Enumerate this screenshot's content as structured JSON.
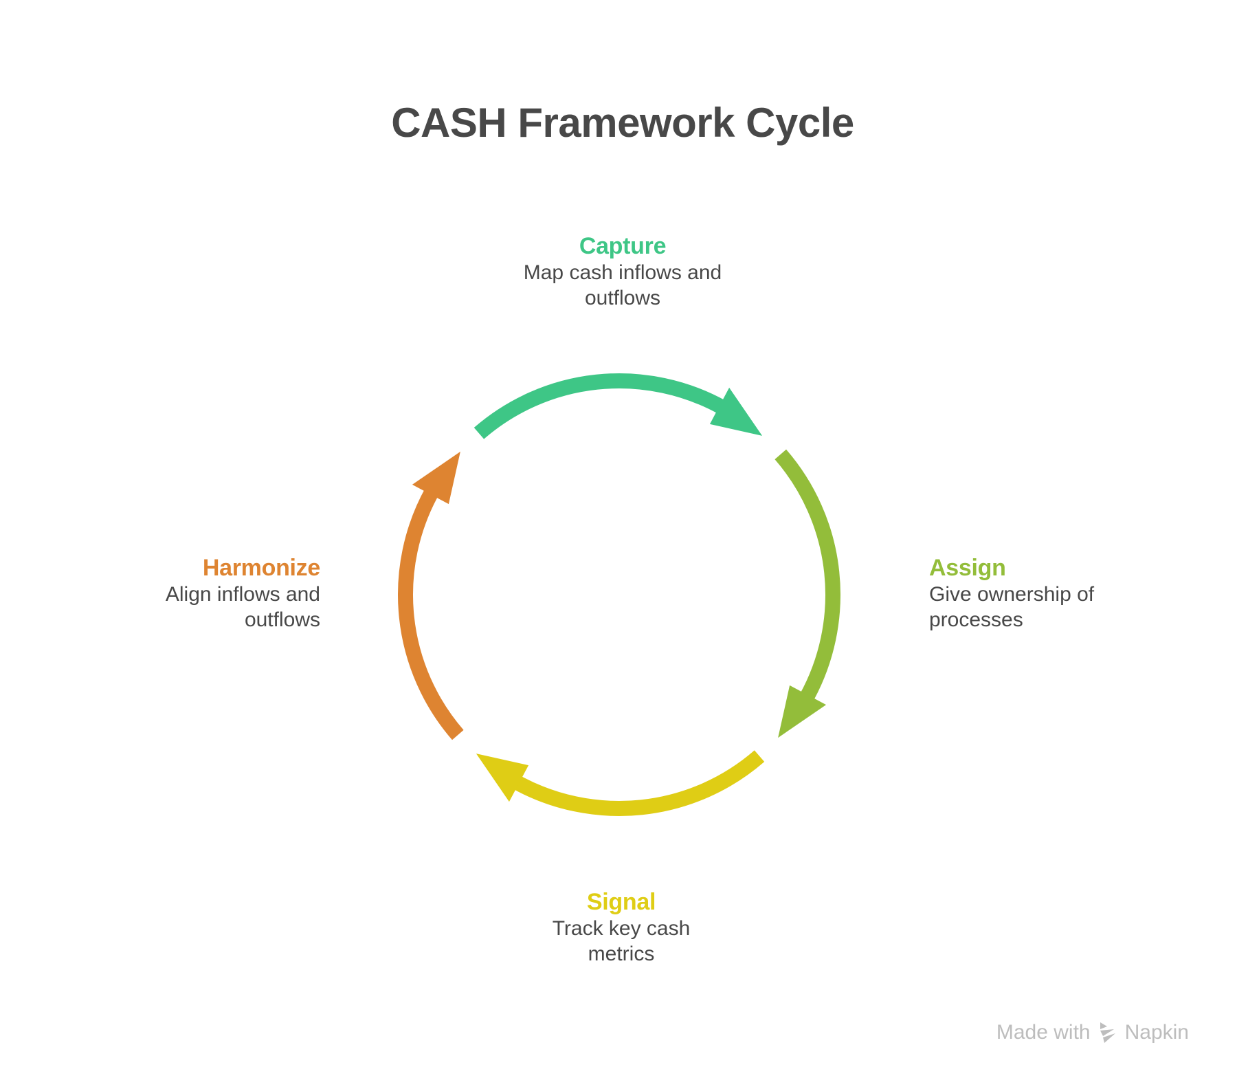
{
  "title": "CASH Framework Cycle",
  "steps": [
    {
      "id": "capture",
      "title": "Capture",
      "description_lines": [
        "Map cash inflows and",
        "outflows"
      ],
      "color": "#3ec686"
    },
    {
      "id": "assign",
      "title": "Assign",
      "description_lines": [
        "Give ownership of",
        "processes"
      ],
      "color": "#93bd3a"
    },
    {
      "id": "signal",
      "title": "Signal",
      "description_lines": [
        "Track key cash",
        "metrics"
      ],
      "color": "#dfcd15"
    },
    {
      "id": "harmonize",
      "title": "Harmonize",
      "description_lines": [
        "Align inflows and",
        "outflows"
      ],
      "color": "#de8431"
    }
  ],
  "watermark": {
    "prefix": "Made with",
    "brand": "Napkin",
    "icon": "napkin-logo-icon"
  }
}
